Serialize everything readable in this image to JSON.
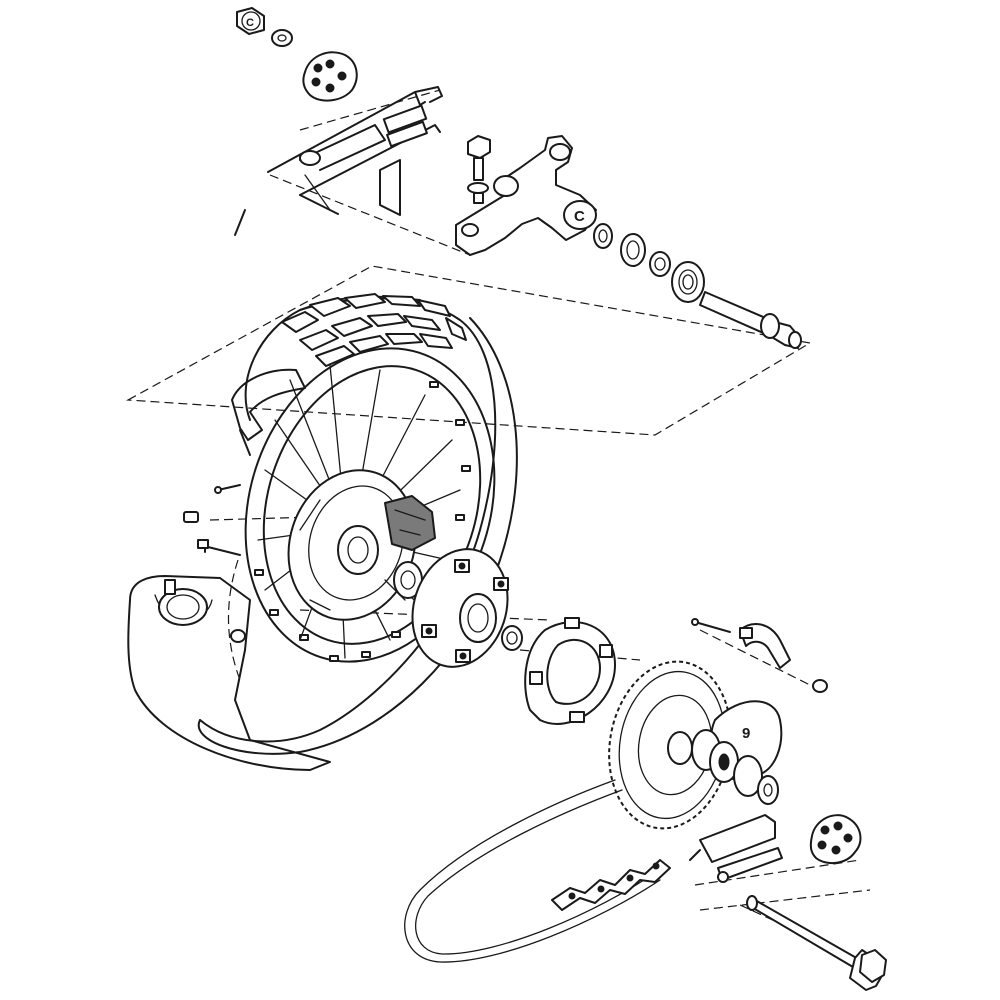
{
  "diagram": {
    "labels": {
      "nut_c": "C",
      "pivot_c": "C",
      "sprocket_number": "9"
    }
  }
}
